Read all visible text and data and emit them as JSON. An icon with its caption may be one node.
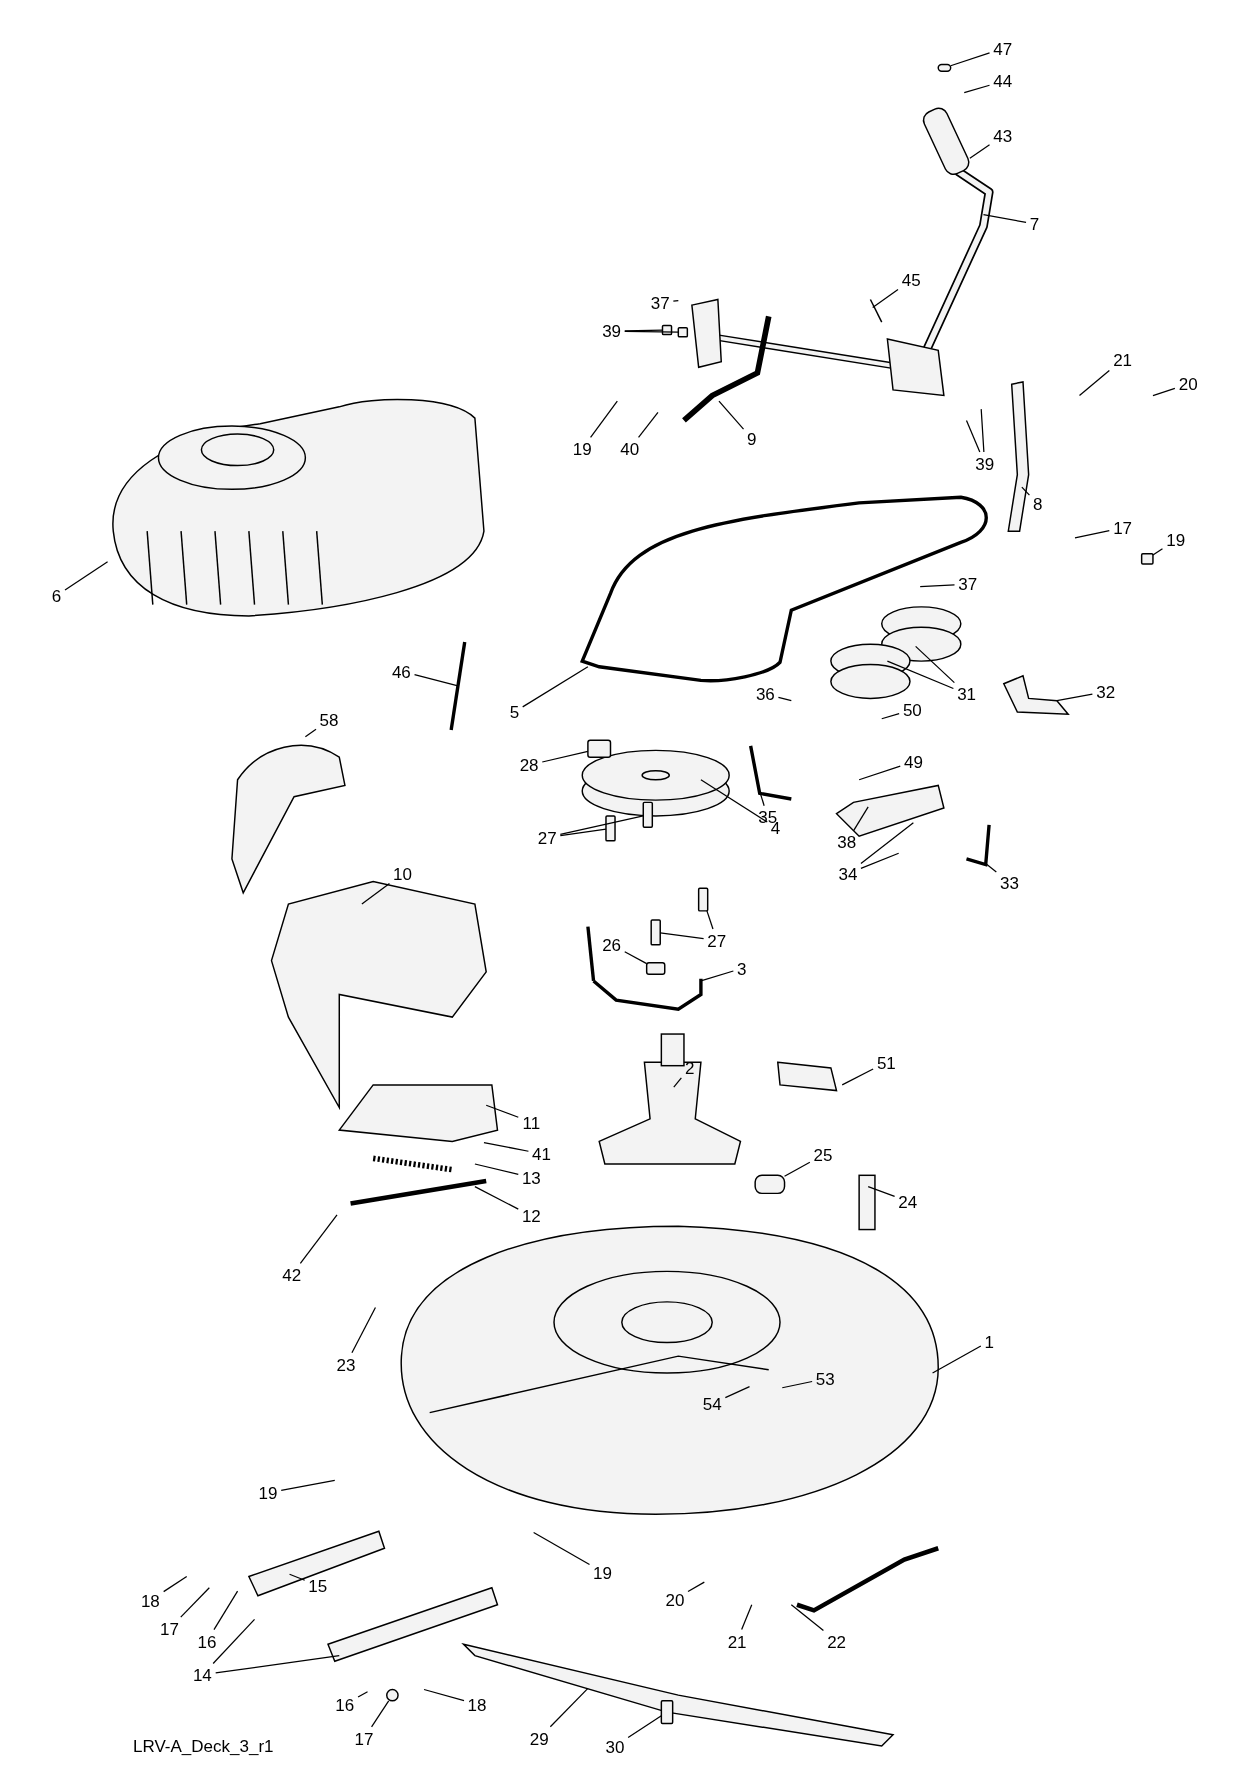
{
  "diagram": {
    "nodes": [
      {
        "text": [
          "47"
        ]
      },
      {
        "text": [
          "44"
        ]
      },
      {
        "text": [
          "43"
        ]
      },
      {
        "text": [
          "7"
        ]
      },
      {
        "text": [
          "45"
        ]
      },
      {
        "text": [
          "37"
        ]
      },
      {
        "text": [
          "39"
        ]
      },
      {
        "text": [
          "21"
        ]
      },
      {
        "text": [
          "20"
        ]
      },
      {
        "text": [
          "9"
        ]
      },
      {
        "text": [
          "19"
        ]
      },
      {
        "text": [
          "40"
        ]
      },
      {
        "text": [
          "39"
        ]
      },
      {
        "text": [
          "8"
        ]
      },
      {
        "text": [
          "17"
        ]
      },
      {
        "text": [
          "19"
        ]
      },
      {
        "text": [
          "37"
        ]
      },
      {
        "text": [
          "6"
        ]
      },
      {
        "text": [
          "46"
        ]
      },
      {
        "text": [
          "36"
        ]
      },
      {
        "text": [
          "32"
        ]
      },
      {
        "text": [
          "31"
        ]
      },
      {
        "text": [
          "5"
        ]
      },
      {
        "text": [
          "50"
        ]
      },
      {
        "text": [
          "58"
        ]
      },
      {
        "text": [
          "49"
        ]
      },
      {
        "text": [
          "28"
        ]
      },
      {
        "text": [
          "35"
        ]
      },
      {
        "text": [
          "4"
        ]
      },
      {
        "text": [
          "27"
        ]
      },
      {
        "text": [
          "38"
        ]
      },
      {
        "text": [
          "34"
        ]
      },
      {
        "text": [
          "10"
        ]
      },
      {
        "text": [
          "33"
        ]
      },
      {
        "text": [
          "27"
        ]
      },
      {
        "text": [
          "26"
        ]
      },
      {
        "text": [
          "3"
        ]
      },
      {
        "text": [
          "51"
        ]
      },
      {
        "text": [
          "2"
        ]
      },
      {
        "text": [
          "11"
        ]
      },
      {
        "text": [
          "25"
        ]
      },
      {
        "text": [
          "41"
        ]
      },
      {
        "text": [
          "13"
        ]
      },
      {
        "text": [
          "24"
        ]
      },
      {
        "text": [
          "12"
        ]
      },
      {
        "text": [
          "42"
        ]
      },
      {
        "text": [
          "1"
        ]
      },
      {
        "text": [
          "23"
        ]
      },
      {
        "text": [
          "53"
        ]
      },
      {
        "text": [
          "54"
        ]
      },
      {
        "text": [
          "19"
        ]
      },
      {
        "text": [
          "19"
        ]
      },
      {
        "text": [
          "15"
        ]
      },
      {
        "text": [
          "20"
        ]
      },
      {
        "text": [
          "18"
        ]
      },
      {
        "text": [
          "17"
        ]
      },
      {
        "text": [
          "16"
        ]
      },
      {
        "text": [
          "21"
        ]
      },
      {
        "text": [
          "22"
        ]
      },
      {
        "text": [
          "14"
        ]
      },
      {
        "text": [
          "16"
        ]
      },
      {
        "text": [
          "18"
        ]
      },
      {
        "text": [
          "17"
        ]
      },
      {
        "text": [
          "29"
        ]
      },
      {
        "text": [
          "30"
        ]
      },
      {
        "text": [],
        "shape": "box"
      },
      {
        "text": [],
        "shape": "box"
      },
      {
        "text": [],
        "shape": "box"
      },
      {
        "text": [],
        "shape": "box"
      },
      {
        "text": [],
        "shape": "box"
      },
      {
        "text": [],
        "shape": "box"
      },
      {
        "text": [],
        "shape": "box"
      },
      {
        "text": [],
        "shape": "box"
      },
      {
        "text": [],
        "shape": "box"
      },
      {
        "text": [],
        "shape": "box"
      },
      {
        "text": [],
        "shape": "picture"
      },
      {
        "text": [],
        "shape": "box"
      },
      {
        "text": [],
        "shape": "circle"
      },
      {
        "text": [],
        "shape": "picture"
      },
      {
        "text": [],
        "shape": "box"
      }
    ],
    "edges": [
      {
        "from": 0,
        "to": 65,
        "arrow": "none"
      },
      {
        "from": 1,
        "to": null,
        "arrow": "none"
      },
      {
        "from": 2,
        "to": null,
        "arrow": "none"
      },
      {
        "from": 3,
        "to": null,
        "arrow": "none"
      },
      {
        "from": 4,
        "to": null,
        "arrow": "none"
      },
      {
        "from": 5,
        "to": null,
        "arrow": "none"
      },
      {
        "from": 6,
        "to": 66,
        "arrow": "none"
      },
      {
        "from": 6,
        "to": 67,
        "arrow": "none"
      },
      {
        "from": 7,
        "to": null,
        "arrow": "none"
      },
      {
        "from": 8,
        "to": null,
        "arrow": "none"
      },
      {
        "from": 9,
        "to": null,
        "arrow": "none"
      },
      {
        "from": 10,
        "to": null,
        "arrow": "none"
      },
      {
        "from": 11,
        "to": null,
        "arrow": "none"
      },
      {
        "from": 12,
        "to": null,
        "arrow": "none"
      },
      {
        "from": 12,
        "to": null,
        "arrow": "none"
      },
      {
        "from": 13,
        "to": null,
        "arrow": "none"
      },
      {
        "from": 14,
        "to": null,
        "arrow": "none"
      },
      {
        "from": 15,
        "to": 68,
        "arrow": "none"
      },
      {
        "from": 16,
        "to": null,
        "arrow": "none"
      },
      {
        "from": 17,
        "to": null,
        "arrow": "none"
      },
      {
        "from": 18,
        "to": null,
        "arrow": "none"
      },
      {
        "from": 19,
        "to": null,
        "arrow": "none"
      },
      {
        "from": 20,
        "to": null,
        "arrow": "none"
      },
      {
        "from": 21,
        "to": null,
        "arrow": "none"
      },
      {
        "from": 21,
        "to": null,
        "arrow": "none"
      },
      {
        "from": 22,
        "to": null,
        "arrow": "none"
      },
      {
        "from": 23,
        "to": null,
        "arrow": "none"
      },
      {
        "from": 24,
        "to": null,
        "arrow": "none"
      },
      {
        "from": 25,
        "to": null,
        "arrow": "none"
      },
      {
        "from": 26,
        "to": 69,
        "arrow": "none"
      },
      {
        "from": 27,
        "to": null,
        "arrow": "none"
      },
      {
        "from": 28,
        "to": null,
        "arrow": "none"
      },
      {
        "from": 29,
        "to": 70,
        "arrow": "none"
      },
      {
        "from": 29,
        "to": 71,
        "arrow": "none"
      },
      {
        "from": 30,
        "to": null,
        "arrow": "none"
      },
      {
        "from": 31,
        "to": null,
        "arrow": "none"
      },
      {
        "from": 31,
        "to": null,
        "arrow": "none"
      },
      {
        "from": 32,
        "to": null,
        "arrow": "none"
      },
      {
        "from": 33,
        "to": null,
        "arrow": "none"
      },
      {
        "from": 34,
        "to": 72,
        "arrow": "none"
      },
      {
        "from": 34,
        "to": 73,
        "arrow": "none"
      },
      {
        "from": 35,
        "to": 74,
        "arrow": "none"
      },
      {
        "from": 36,
        "to": 75,
        "arrow": "none"
      },
      {
        "from": 37,
        "to": null,
        "arrow": "none"
      },
      {
        "from": 38,
        "to": null,
        "arrow": "none"
      },
      {
        "from": 39,
        "to": null,
        "arrow": "none"
      },
      {
        "from": 40,
        "to": 76,
        "arrow": "none"
      },
      {
        "from": 41,
        "to": null,
        "arrow": "none"
      },
      {
        "from": 42,
        "to": null,
        "arrow": "none"
      },
      {
        "from": 43,
        "to": null,
        "arrow": "none"
      },
      {
        "from": 44,
        "to": null,
        "arrow": "none"
      },
      {
        "from": 45,
        "to": null,
        "arrow": "none"
      },
      {
        "from": 46,
        "to": null,
        "arrow": "none"
      },
      {
        "from": 47,
        "to": null,
        "arrow": "none"
      },
      {
        "from": 48,
        "to": null,
        "arrow": "none"
      },
      {
        "from": 49,
        "to": null,
        "arrow": "none"
      },
      {
        "from": 50,
        "to": null,
        "arrow": "none"
      },
      {
        "from": 51,
        "to": null,
        "arrow": "none"
      },
      {
        "from": 52,
        "to": null,
        "arrow": "none"
      },
      {
        "from": 53,
        "to": null,
        "arrow": "none"
      },
      {
        "from": 54,
        "to": null,
        "arrow": "none"
      },
      {
        "from": 55,
        "to": null,
        "arrow": "none"
      },
      {
        "from": 56,
        "to": null,
        "arrow": "none"
      },
      {
        "from": 57,
        "to": null,
        "arrow": "none"
      },
      {
        "from": 58,
        "to": null,
        "arrow": "none"
      },
      {
        "from": 59,
        "to": null,
        "arrow": "none"
      },
      {
        "from": 59,
        "to": null,
        "arrow": "none"
      },
      {
        "from": 60,
        "to": null,
        "arrow": "none"
      },
      {
        "from": 61,
        "to": null,
        "arrow": "none"
      },
      {
        "from": 62,
        "to": 77,
        "arrow": "none"
      },
      {
        "from": 63,
        "to": 78,
        "arrow": "none"
      },
      {
        "from": 64,
        "to": 79,
        "arrow": "none"
      }
    ],
    "labels": [
      "LRV-A_Deck_3_r1"
    ]
  }
}
